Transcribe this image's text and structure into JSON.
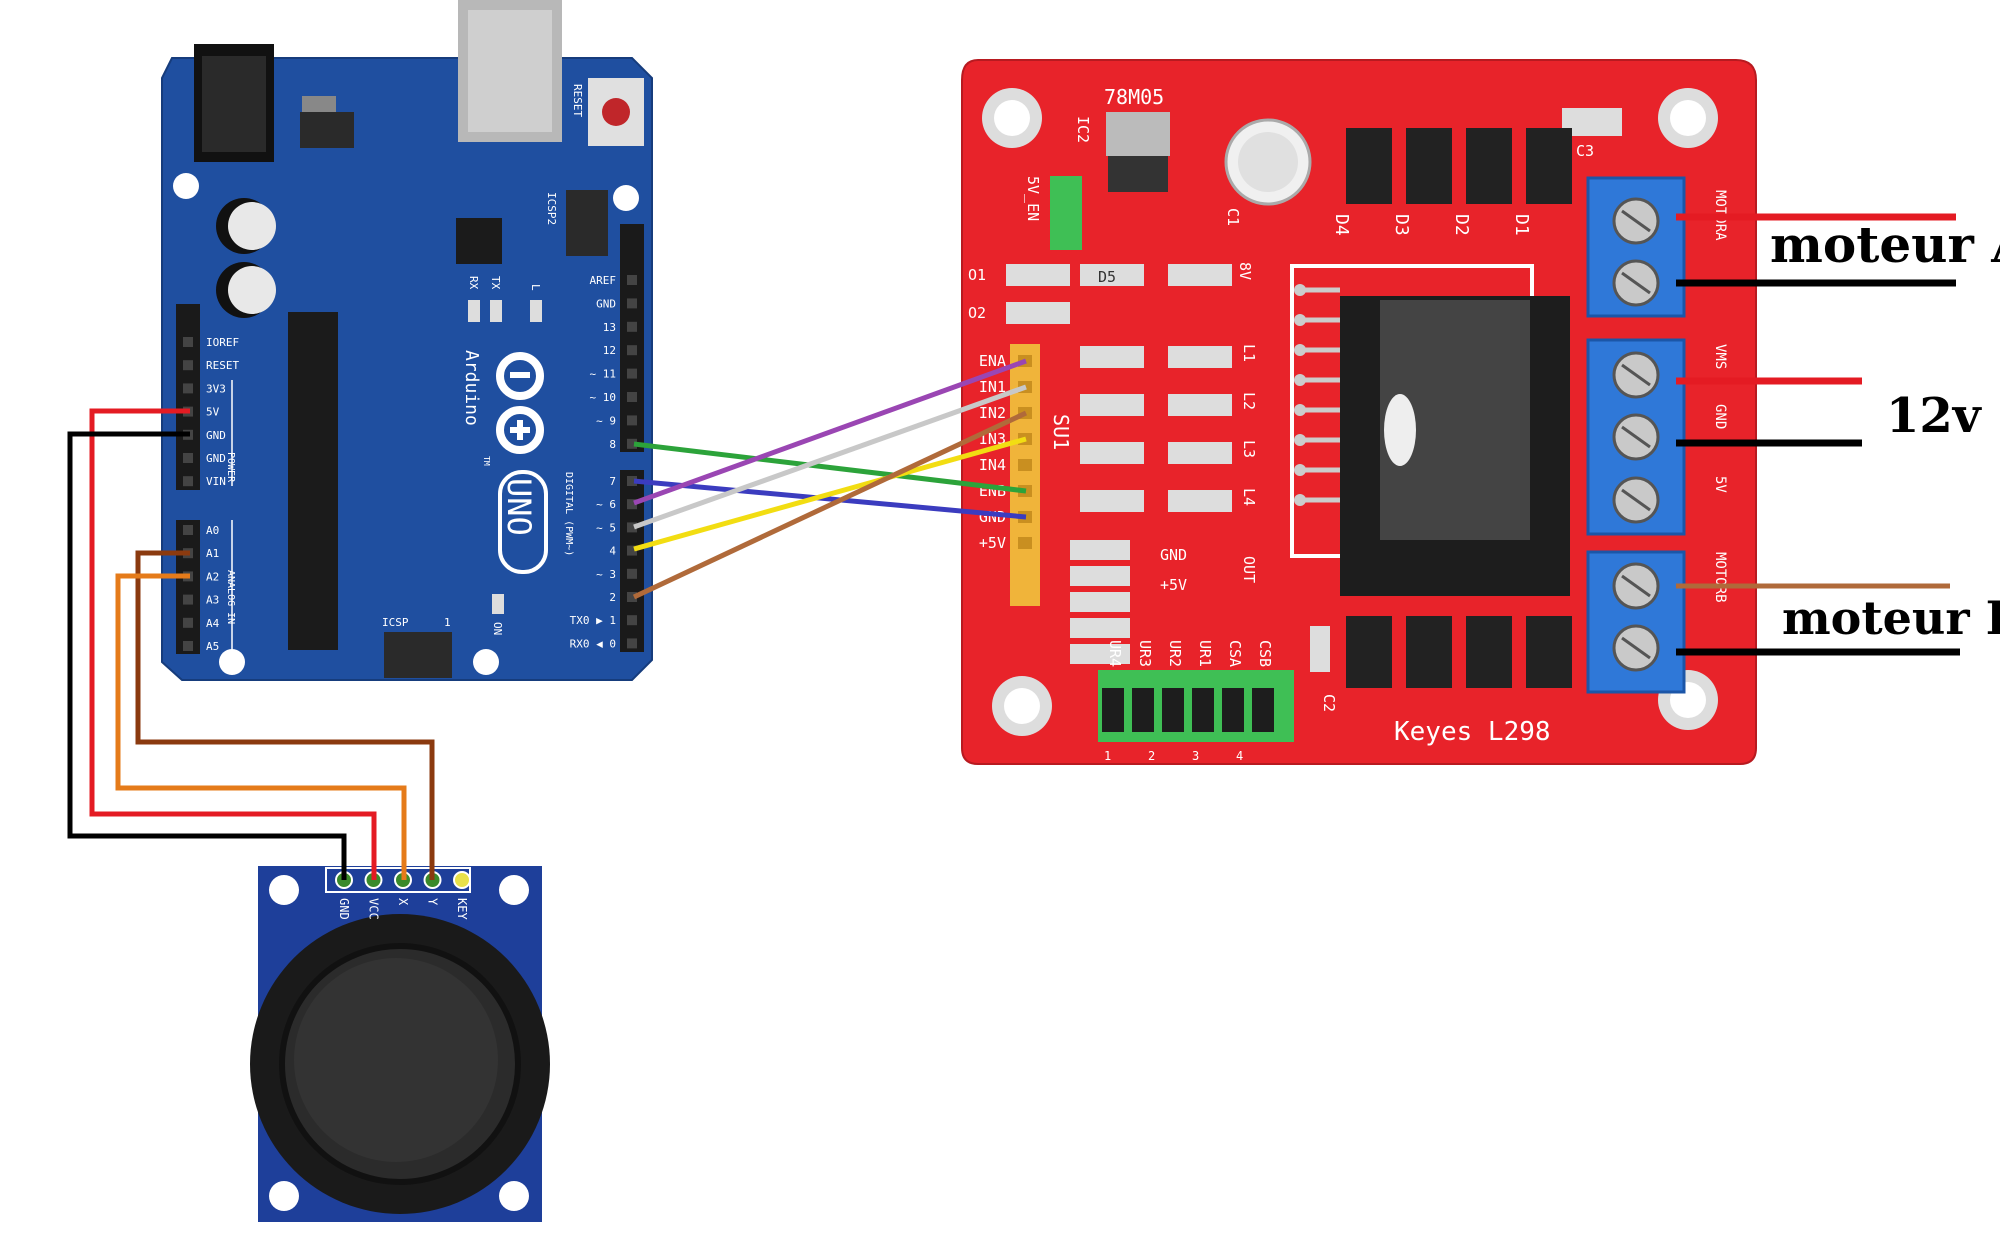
{
  "colors": {
    "arduino_board": "#1f4fa0",
    "driver_board": "#e8232a",
    "joystick_board": "#1e3f9a",
    "terminal_block": "#2f78d8",
    "header_strip": "#f0b43a",
    "jumper_green": "#3fbf55"
  },
  "arduino": {
    "reset_label": "RESET",
    "icsp2_label": "ICSP2",
    "icsp_label": "ICSP",
    "icsp_pin1": "1",
    "rx_label": "RX",
    "tx_label": "TX",
    "l_label": "L",
    "on_label": "ON",
    "brand": "Arduino",
    "model": "UNO",
    "tm": "TM",
    "power_label": "POWER",
    "analog_label": "ANALOG IN",
    "digital_label": "DIGITAL (PWM~)",
    "power_pins": [
      "IOREF",
      "RESET",
      "3V3",
      "5V",
      "GND",
      "GND",
      "VIN"
    ],
    "analog_pins": [
      "A0",
      "A1",
      "A2",
      "A3",
      "A4",
      "A5"
    ],
    "digital_top": [
      "AREF",
      "GND",
      "13",
      "12",
      "~ 11",
      "~ 10",
      "~ 9",
      "8"
    ],
    "digital_bottom": [
      "7",
      "~ 6",
      "~ 5",
      "4",
      "~ 3",
      "2",
      "TX0 ▶ 1",
      "RX0 ◀ 0"
    ]
  },
  "driver": {
    "ic2": "IC2",
    "regulator": "78M05",
    "en5v": "5V_EN",
    "c1": "C1",
    "c2": "C2",
    "c3": "C3",
    "diodes": [
      "D4",
      "D3",
      "D2",
      "D1"
    ],
    "o1": "O1",
    "o2": "O2",
    "d5": "D5",
    "v8": "8V",
    "leds": [
      "L1",
      "L2",
      "L3",
      "L4"
    ],
    "su1": "SU1",
    "header_pins": [
      "ENA",
      "IN1",
      "IN2",
      "IN3",
      "IN4",
      "ENB",
      "GND",
      "+5V"
    ],
    "gnd_label": "GND",
    "v5_label": "+5V",
    "out_label": "OUT",
    "jumpers": [
      "UR4",
      "UR3",
      "UR2",
      "UR1",
      "CSA",
      "CSB"
    ],
    "jumper_nums": [
      "1",
      "2",
      "3",
      "4"
    ],
    "brand_label": "Keyes  L298",
    "side_labels": [
      "MOTORA",
      "VMS",
      "GND",
      "5V",
      "MOTORB"
    ]
  },
  "joystick": {
    "pins": [
      "GND",
      "VCC",
      "X",
      "Y",
      "KEY"
    ]
  },
  "annotations": {
    "motor_a": "moteur A",
    "supply": "12v",
    "motor_b": "moteur B"
  }
}
